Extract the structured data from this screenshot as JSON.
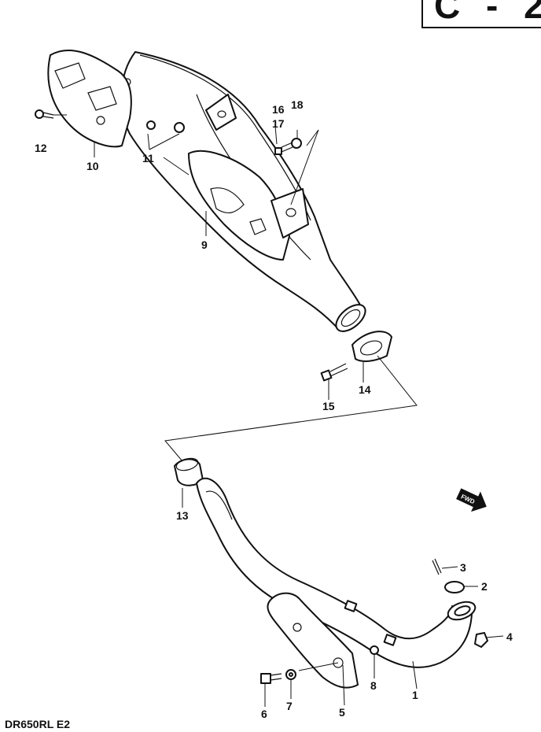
{
  "header": {
    "code": "C - 2"
  },
  "footer": {
    "model_code": "DR650RL E2"
  },
  "parts": {
    "p1": "1",
    "p2": "2",
    "p3": "3",
    "p4": "4",
    "p5": "5",
    "p6": "6",
    "p7": "7",
    "p8": "8",
    "p9": "9",
    "p10": "10",
    "p11": "11",
    "p12": "12",
    "p13": "13",
    "p14": "14",
    "p15": "15",
    "p16": "16",
    "p17": "17",
    "p18": "18"
  },
  "fwd_arrow": {
    "label": "FWD"
  }
}
